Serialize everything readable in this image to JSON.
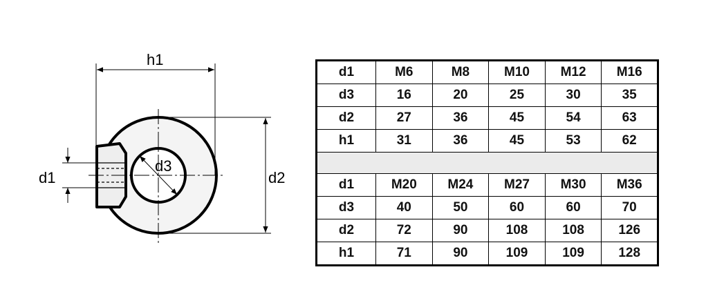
{
  "diagram": {
    "labels": {
      "h1": "h1",
      "d1": "d1",
      "d2": "d2",
      "d3": "d3"
    }
  },
  "table": {
    "blocks": [
      {
        "header": [
          "d1",
          "M6",
          "M8",
          "M10",
          "M12",
          "M16"
        ],
        "rows": [
          [
            "d3",
            "16",
            "20",
            "25",
            "30",
            "35"
          ],
          [
            "d2",
            "27",
            "36",
            "45",
            "54",
            "63"
          ],
          [
            "h1",
            "31",
            "36",
            "45",
            "53",
            "62"
          ]
        ]
      },
      {
        "header": [
          "d1",
          "M20",
          "M24",
          "M27",
          "M30",
          "M36"
        ],
        "rows": [
          [
            "d3",
            "40",
            "50",
            "60",
            "60",
            "70"
          ],
          [
            "d2",
            "72",
            "90",
            "108",
            "108",
            "126"
          ],
          [
            "h1",
            "71",
            "90",
            "109",
            "109",
            "128"
          ]
        ]
      }
    ]
  }
}
